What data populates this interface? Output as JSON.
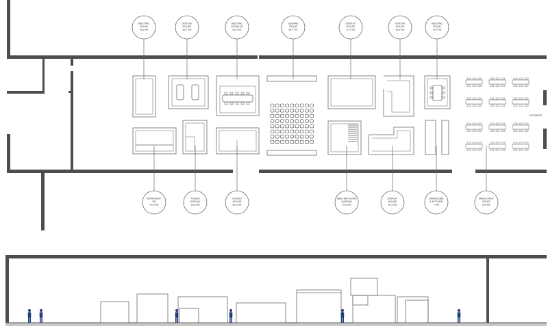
{
  "colors": {
    "wall": "#4d4d4d",
    "line": "#666666",
    "faint": "#9a9a9a",
    "figure": "#1f3f7a",
    "ground": "#c8c8c8"
  },
  "plan": {
    "top_labels": [
      {
        "id": "meeting-room-1",
        "lines": [
          "MEETING",
          "ROOM",
          "76.6 M2"
        ]
      },
      {
        "id": "display-house-1",
        "lines": [
          "DISPLAY",
          "HOUSE",
          "81.7 M2"
        ]
      },
      {
        "id": "meeting-room-vr",
        "lines": [
          "MEETING",
          "ROOM VR",
          "81.2 M2"
        ]
      },
      {
        "id": "square-stage",
        "lines": [
          "SQUARE",
          "STAGE",
          "66.7 M2"
        ]
      },
      {
        "id": "display-house-2",
        "lines": [
          "DISPLAY",
          "HOUSE",
          "27.7 M2"
        ]
      },
      {
        "id": "display-house-3",
        "lines": [
          "DISPLAY",
          "HOUSE",
          "55.8 M2"
        ]
      },
      {
        "id": "meeting-room-2",
        "lines": [
          "MEETING",
          "ROOM",
          "70.0 M2"
        ]
      }
    ],
    "bottom_labels": [
      {
        "id": "workshop",
        "lines": [
          "WORKSHOP",
          "PH",
          "70.3 M2"
        ]
      },
      {
        "id": "tower-display",
        "lines": [
          "TOWER",
          "DISPLAY",
          "18.8 M2"
        ]
      },
      {
        "id": "vukdat-house",
        "lines": [
          "VUKDAT",
          "HOUSE",
          "81.3 M2"
        ]
      },
      {
        "id": "meeting-room-3",
        "lines": [
          "MEETING ROOM",
          "GARDEN",
          "10.6 M2"
        ]
      },
      {
        "id": "display-house-4",
        "lines": [
          "DISPLAY",
          "HOUSE",
          "60.3 M2"
        ]
      },
      {
        "id": "wardrobe-kitchen",
        "lines": [
          "WARDROBE",
          "& KITCHEN",
          "7 M2"
        ]
      },
      {
        "id": "main-event-space",
        "lines": [
          "MAIN EVENT",
          "SPACE",
          "200 M2"
        ]
      }
    ],
    "entrance_label": "ENTRANCE"
  }
}
